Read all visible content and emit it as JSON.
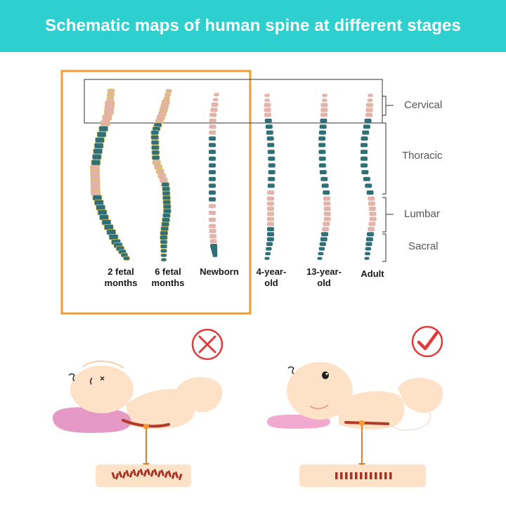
{
  "title": "Schematic maps of human spine at different stages",
  "stages": [
    {
      "lines": [
        "2 fetal",
        "months"
      ]
    },
    {
      "lines": [
        "6 fetal",
        "months"
      ]
    },
    {
      "lines": [
        "Newborn"
      ]
    },
    {
      "lines": [
        "4-year-",
        "old"
      ]
    },
    {
      "lines": [
        "13-year-",
        "old"
      ]
    },
    {
      "lines": [
        "Adult"
      ]
    }
  ],
  "regions": [
    "Cervical",
    "Thoracic",
    "Lumbar",
    "Sacral"
  ],
  "colors": {
    "banner": "#2ecfcf",
    "highlight_box": "#f39c34",
    "wrong_mark": "#e03a3a",
    "right_mark": "#e03a3a",
    "vertebra_teal": "#2f6f78",
    "vertebra_pink": "#e3b2a8",
    "pillow_wrong": "#e49ac4",
    "pillow_right": "#f1a9cf",
    "skin": "#fde2c8"
  },
  "icons": [
    "wrong-x-icon",
    "checkmark-icon"
  ]
}
